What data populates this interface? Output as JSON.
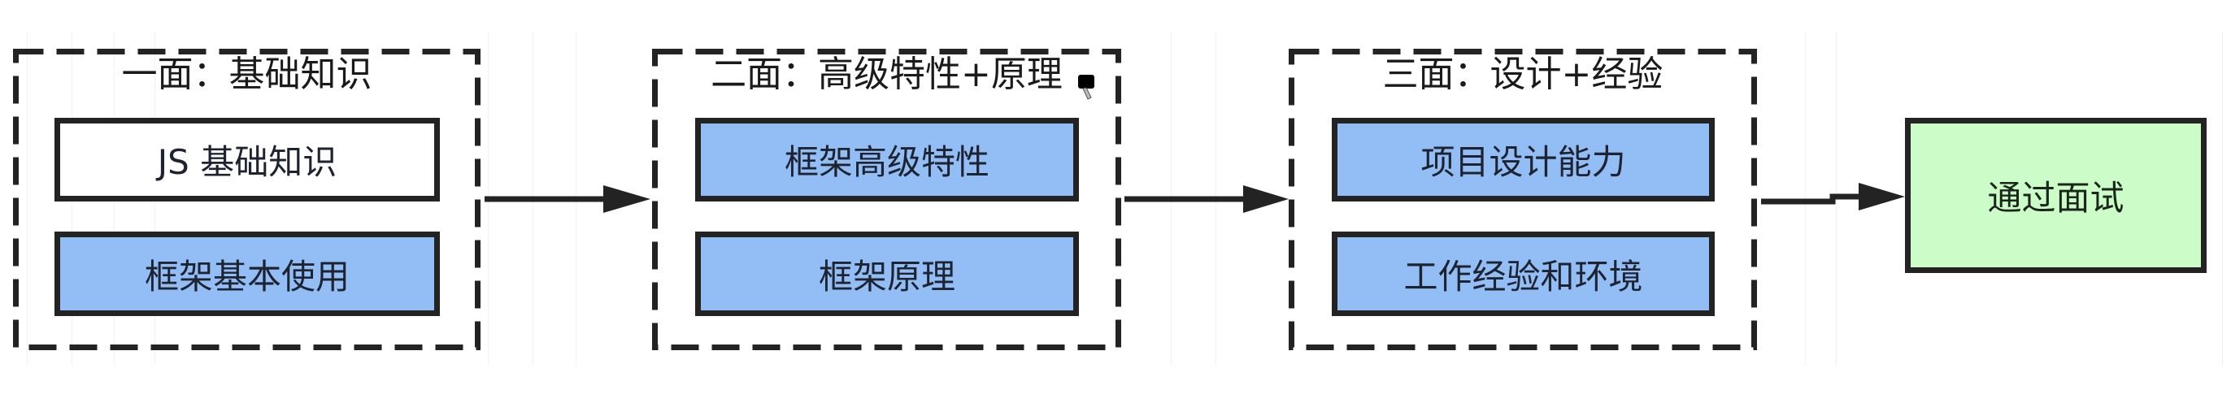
{
  "diagram": {
    "type": "flowchart",
    "colors": {
      "stroke": "#232323",
      "node_white": "#ffffff",
      "node_blue": "#93bef5",
      "node_green": "#ccfcc8"
    },
    "groups": [
      {
        "title": "一面：基础知识",
        "items": [
          {
            "label": "JS 基础知识",
            "fill": "white"
          },
          {
            "label": "框架基本使用",
            "fill": "blue"
          }
        ]
      },
      {
        "title": "二面：高级特性+原理",
        "items": [
          {
            "label": "框架高级特性",
            "fill": "blue"
          },
          {
            "label": "框架原理",
            "fill": "blue"
          }
        ]
      },
      {
        "title": "三面：设计+经验",
        "items": [
          {
            "label": "项目设计能力",
            "fill": "blue"
          },
          {
            "label": "工作经验和环境",
            "fill": "blue"
          }
        ]
      }
    ],
    "final": {
      "label": "通过面试",
      "fill": "green"
    },
    "edges": [
      {
        "from": "一面：基础知识",
        "to": "二面：高级特性+原理"
      },
      {
        "from": "二面：高级特性+原理",
        "to": "三面：设计+经验"
      },
      {
        "from": "三面：设计+经验",
        "to": "通过面试"
      }
    ]
  }
}
